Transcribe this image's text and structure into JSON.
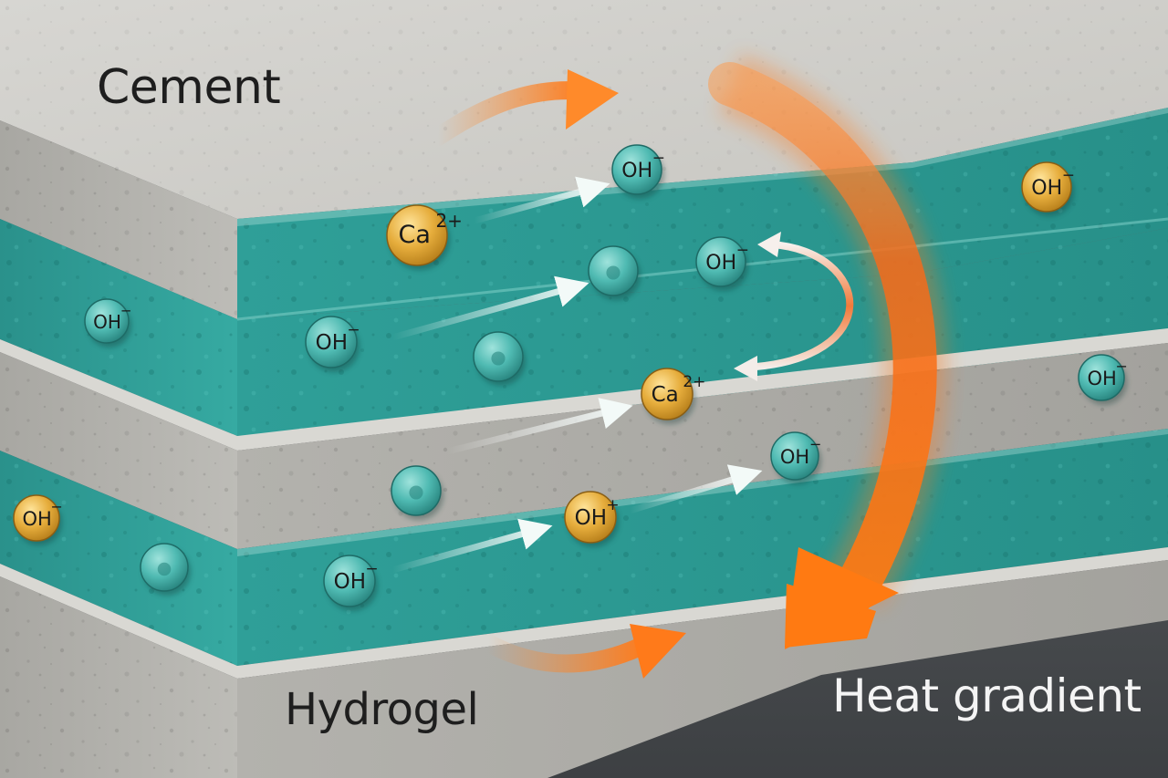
{
  "labels": {
    "cement": "Cement",
    "hydrogel": "Hydrogel",
    "heat_gradient": "Heat gradient"
  },
  "colors": {
    "cement": "#b9b8b3",
    "hydrogel": "#34a7a0",
    "ion_teal": "#4fbab2",
    "ion_gold": "#e6ad3c",
    "heat_arrow": "#f56a1a",
    "ion_arrow": "#e8f2f0"
  },
  "ions": [
    {
      "name": "ion-oh-1",
      "symbol": "OH",
      "charge": "−",
      "kind": "teal"
    },
    {
      "name": "ion-ca-1",
      "symbol": "Ca",
      "charge": "2+",
      "kind": "gold"
    },
    {
      "name": "ion-oh-2",
      "symbol": "OH",
      "charge": "−",
      "kind": "gold"
    },
    {
      "name": "ion-plain-1",
      "symbol": "",
      "charge": "",
      "kind": "teal"
    },
    {
      "name": "ion-oh-3",
      "symbol": "OH",
      "charge": "−",
      "kind": "teal"
    },
    {
      "name": "ion-oh-4",
      "symbol": "OH",
      "charge": "−",
      "kind": "teal"
    },
    {
      "name": "ion-oh-5",
      "symbol": "OH",
      "charge": "−",
      "kind": "teal"
    },
    {
      "name": "ion-plain-2",
      "symbol": "",
      "charge": "",
      "kind": "teal"
    },
    {
      "name": "ion-ca-2",
      "symbol": "Ca",
      "charge": "2+",
      "kind": "gold"
    },
    {
      "name": "ion-oh-6",
      "symbol": "OH",
      "charge": "−",
      "kind": "teal"
    },
    {
      "name": "ion-oh-7",
      "symbol": "OH",
      "charge": "−",
      "kind": "teal"
    },
    {
      "name": "ion-plain-3",
      "symbol": "",
      "charge": "",
      "kind": "teal"
    },
    {
      "name": "ion-oh-8",
      "symbol": "OH",
      "charge": "+",
      "kind": "gold"
    },
    {
      "name": "ion-oh-9",
      "symbol": "OH",
      "charge": "−",
      "kind": "gold"
    },
    {
      "name": "ion-plain-4",
      "symbol": "",
      "charge": "",
      "kind": "teal"
    },
    {
      "name": "ion-oh-10",
      "symbol": "OH",
      "charge": "−",
      "kind": "teal"
    }
  ]
}
